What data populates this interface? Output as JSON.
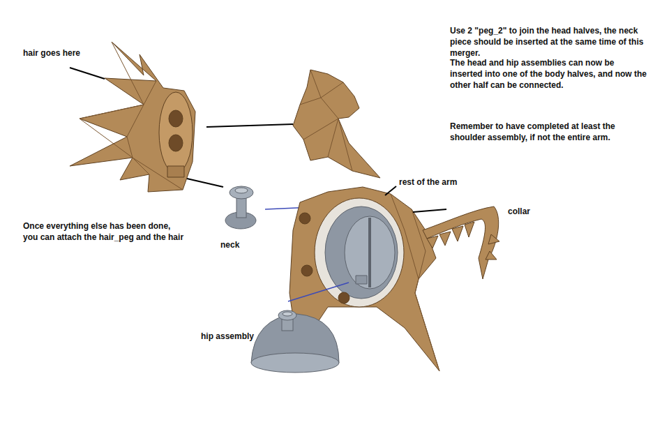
{
  "diagram": {
    "labels": [
      "hair goes here",
      "Use 2 \"peg_2\" to join the head halves, the neck piece should be inserted at the same time of this merger.",
      "The head and hip assemblies can now be inserted into one of the body halves, and now the other half can be connected.",
      "Remember to have completed at least the shoulder assembly, if not the entire arm.",
      "rest of the arm",
      "collar",
      "Once everything else has been done, you can attach the hair_peg and the hair",
      "neck",
      "hip assembly"
    ]
  }
}
